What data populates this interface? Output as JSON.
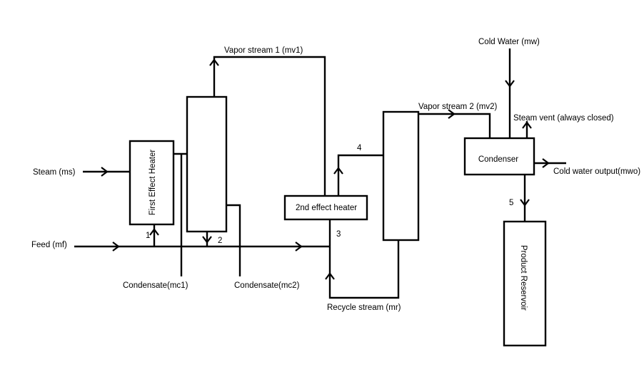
{
  "colors": {
    "line": "#000000",
    "background": "#ffffff"
  },
  "units": {
    "first_effect_heater": "First Effect Heater",
    "second_effect_heater": "2nd effect heater",
    "condenser": "Condenser",
    "product_reservoir": "Product Reservoir"
  },
  "streams": {
    "steam": "Steam (ms)",
    "feed": "Feed (mf)",
    "vapor_1": "Vapor stream 1 (mv1)",
    "vapor_2": "Vapor stream 2 (mv2)",
    "cold_water": "Cold Water (mw)",
    "steam_vent": "Steam vent (always closed)",
    "cold_water_output": "Cold water output(mwo)",
    "condensate_1": "Condensate(mc1)",
    "condensate_2": "Condensate(mc2)",
    "recycle": "Recycle stream (mr)"
  },
  "points": {
    "p1": "1",
    "p2": "2",
    "p3": "3",
    "p4": "4",
    "p5": "5"
  }
}
